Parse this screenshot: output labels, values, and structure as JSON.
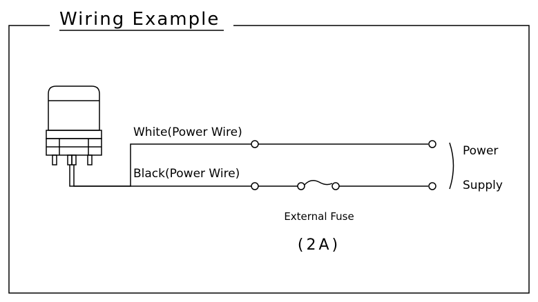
{
  "title": "Wiring Example",
  "wires": {
    "white": "White(Power Wire)",
    "black": "Black(Power Wire)"
  },
  "fuse": {
    "label": "External Fuse",
    "rating": "(2A)"
  },
  "power_supply": {
    "line1": "Power",
    "line2": "Supply"
  }
}
